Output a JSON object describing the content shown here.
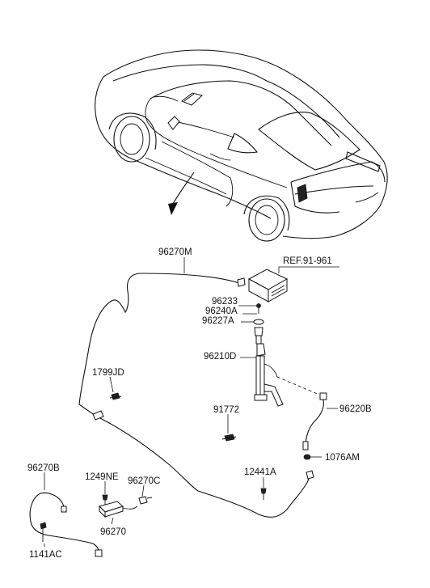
{
  "diagram": {
    "parts": {
      "p96270M": "96270M",
      "ref9161": "REF.91-961",
      "p96233": "96233",
      "p96240A": "96240A",
      "p96227A": "96227A",
      "p96210D": "96210D",
      "p1799JD": "1799JD",
      "p91772": "91772",
      "p96220B": "96220B",
      "p1076AM": "1076AM",
      "p96270B": "96270B",
      "p1249NE": "1249NE",
      "p96270C": "96270C",
      "p12441A": "12441A",
      "p96270": "96270",
      "p1141AC": "1141AC"
    }
  }
}
